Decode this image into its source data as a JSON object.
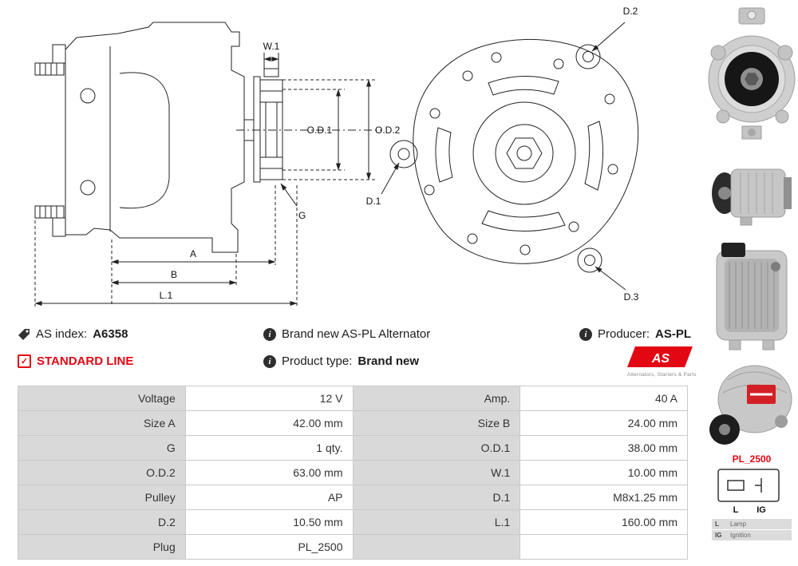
{
  "icons": {
    "info_glyph": "i",
    "check_glyph": "✓"
  },
  "info": {
    "as_index_label": "AS index:",
    "as_index_value": "A6358",
    "brand_new_text": "Brand new AS-PL Alternator",
    "producer_label": "Producer:",
    "producer_value": "AS-PL",
    "standard_line": "STANDARD LINE",
    "product_type_label": "Product type:",
    "product_type_value": "Brand new"
  },
  "logo": {
    "text": "AS",
    "caption": "Alternators, Starters & Parts"
  },
  "drawing": {
    "dims": {
      "w1": "W.1",
      "od1": "O.D.1",
      "od2": "O.D.2",
      "g": "G",
      "a": "A",
      "b": "B",
      "l1": "L.1",
      "d1": "D.1",
      "d2": "D.2",
      "d3": "D.3"
    }
  },
  "specs": {
    "rows": [
      {
        "cells": [
          "Voltage",
          "12 V",
          "Amp.",
          "40 A"
        ]
      },
      {
        "cells": [
          "Size A",
          "42.00 mm",
          "Size B",
          "24.00 mm"
        ]
      },
      {
        "cells": [
          "G",
          "1 qty.",
          "O.D.1",
          "38.00 mm"
        ]
      },
      {
        "cells": [
          "O.D.2",
          "63.00 mm",
          "W.1",
          "10.00 mm"
        ]
      },
      {
        "cells": [
          "Pulley",
          "AP",
          "D.1",
          "M8x1.25 mm"
        ]
      },
      {
        "cells": [
          "D.2",
          "10.50 mm",
          "L.1",
          "160.00 mm"
        ]
      },
      {
        "cells": [
          "Plug",
          "PL_2500",
          "",
          ""
        ]
      }
    ]
  },
  "sidebar": {
    "plug_code": "PL_2500",
    "plug_pins": {
      "left": "L",
      "right": "IG"
    },
    "legend": [
      {
        "pin": "L",
        "desc": "Lamp"
      },
      {
        "pin": "IG",
        "desc": "Ignition"
      }
    ]
  }
}
